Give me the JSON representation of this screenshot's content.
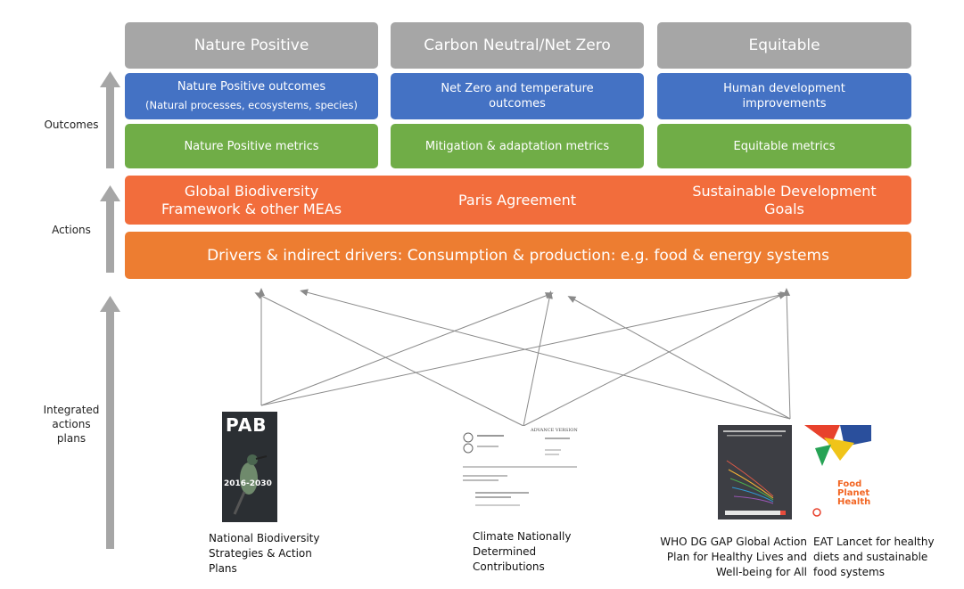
{
  "pillars": {
    "nature": "Nature Positive",
    "carbon": "Carbon Neutral/Net Zero",
    "equitable": "Equitable"
  },
  "outcomes_row": {
    "nature_title": "Nature Positive outcomes",
    "nature_sub": "(Natural processes, ecosystems, species)",
    "carbon_line1": "Net Zero and temperature",
    "carbon_line2": "outcomes",
    "equit_line1": "Human development",
    "equit_line2": "improvements"
  },
  "metrics_row": {
    "nature": "Nature Positive metrics",
    "carbon": "Mitigation & adaptation metrics",
    "equitable": "Equitable metrics"
  },
  "agreements_row": {
    "gbf_line1": "Global Biodiversity",
    "gbf_line2": "Framework & other MEAs",
    "paris": "Paris Agreement",
    "sdg_line1": "Sustainable Development",
    "sdg_line2": "Goals"
  },
  "drivers": "Drivers & indirect drivers: Consumption & production: e.g. food & energy systems",
  "row_labels": {
    "outcomes": "Outcomes",
    "actions": "Actions",
    "integrated_1": "Integrated",
    "integrated_2": "actions",
    "integrated_3": "plans"
  },
  "documents": {
    "pab_line1": "National Biodiversity",
    "pab_line2": "Strategies & Action",
    "pab_line3": "Plans",
    "ndc_line1": "Climate Nationally",
    "ndc_line2": "Determined",
    "ndc_line3": "Contributions",
    "who_line1": "WHO DG GAP  Global Action",
    "who_line2": "Plan for Healthy Lives and",
    "who_line3": "Well-being for All",
    "eat_line1": "EAT Lancet for healthy",
    "eat_line2": "diets and sustainable",
    "eat_line3": "food systems"
  },
  "thumbnails": {
    "pab_logo": "PAB",
    "pab_years": "2016-2030",
    "ndc_header": "ADVANCE VERSION",
    "eat_title_1": "Food",
    "eat_title_2": "Planet",
    "eat_title_3": "Health"
  },
  "colors": {
    "gray": "#a6a6a6",
    "blue": "#4472c4",
    "green": "#70ad47",
    "orange": "#ed7d31"
  }
}
